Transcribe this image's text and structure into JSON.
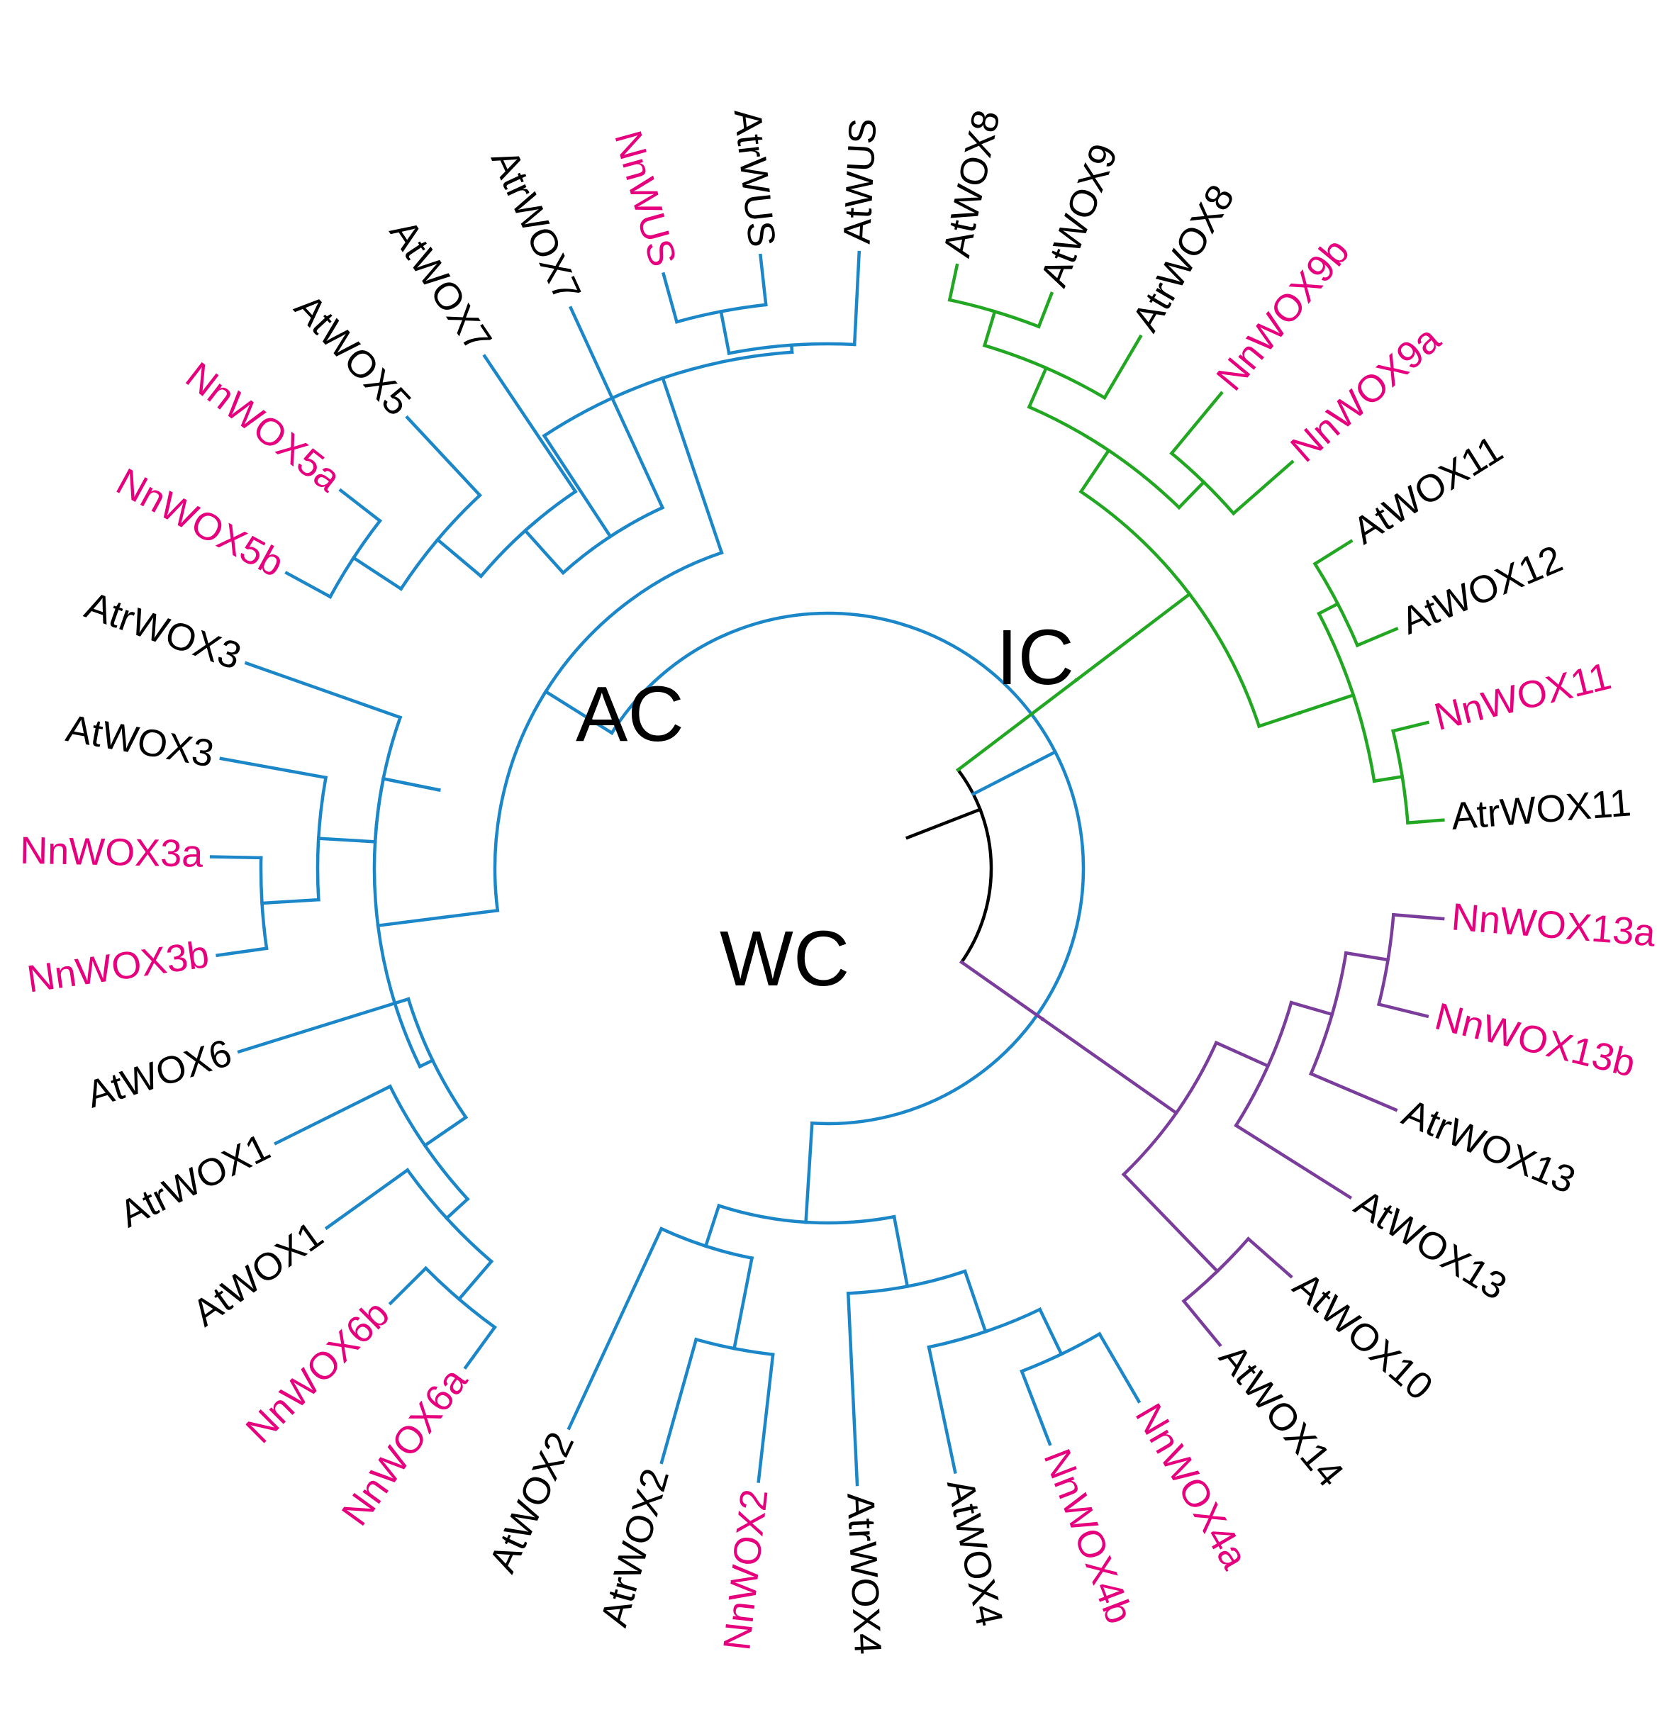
{
  "colors": {
    "nelumbo": "#e6007e",
    "other": "#000000",
    "WC": "#1b87c9",
    "IC": "#22a722",
    "AC": "#7b3d9c",
    "root": "#000000"
  },
  "clade_labels": {
    "AC": "AC",
    "IC": "IC",
    "WC": "WC"
  },
  "leaves": [
    {
      "id": "NnWOX6a",
      "label": "NnWOX6a",
      "clade": "WC",
      "nelumbo": true
    },
    {
      "id": "NnWOX6b",
      "label": "NnWOX6b",
      "clade": "WC",
      "nelumbo": true
    },
    {
      "id": "AtWOX1",
      "label": "AtWOX1",
      "clade": "WC",
      "nelumbo": false
    },
    {
      "id": "AtrWOX1",
      "label": "AtrWOX1",
      "clade": "WC",
      "nelumbo": false
    },
    {
      "id": "AtWOX6",
      "label": "AtWOX6",
      "clade": "WC",
      "nelumbo": false
    },
    {
      "id": "NnWOX3b",
      "label": "NnWOX3b",
      "clade": "WC",
      "nelumbo": true
    },
    {
      "id": "NnWOX3a",
      "label": "NnWOX3a",
      "clade": "WC",
      "nelumbo": true
    },
    {
      "id": "AtWOX3",
      "label": "AtWOX3",
      "clade": "WC",
      "nelumbo": false
    },
    {
      "id": "AtrWOX3",
      "label": "AtrWOX3",
      "clade": "WC",
      "nelumbo": false
    },
    {
      "id": "NnWOX5b",
      "label": "NnWOX5b",
      "clade": "WC",
      "nelumbo": true
    },
    {
      "id": "NnWOX5a",
      "label": "NnWOX5a",
      "clade": "WC",
      "nelumbo": true
    },
    {
      "id": "AtWOX5",
      "label": "AtWOX5",
      "clade": "WC",
      "nelumbo": false
    },
    {
      "id": "AtWOX7",
      "label": "AtWOX7",
      "clade": "WC",
      "nelumbo": false
    },
    {
      "id": "AtrWOX7",
      "label": "AtrWOX7",
      "clade": "WC",
      "nelumbo": false
    },
    {
      "id": "NnWUS",
      "label": "NnWUS",
      "clade": "WC",
      "nelumbo": true
    },
    {
      "id": "AtrWUS",
      "label": "AtrWUS",
      "clade": "WC",
      "nelumbo": false
    },
    {
      "id": "AtWUS",
      "label": "AtWUS",
      "clade": "WC",
      "nelumbo": false
    },
    {
      "id": "AtWOX8",
      "label": "AtWOX8",
      "clade": "IC",
      "nelumbo": false
    },
    {
      "id": "AtWOX9",
      "label": "AtWOX9",
      "clade": "IC",
      "nelumbo": false
    },
    {
      "id": "AtrWOX8",
      "label": "AtrWOX8",
      "clade": "IC",
      "nelumbo": false
    },
    {
      "id": "NnWOX9b",
      "label": "NnWOX9b",
      "clade": "IC",
      "nelumbo": true
    },
    {
      "id": "NnWOX9a",
      "label": "NnWOX9a",
      "clade": "IC",
      "nelumbo": true
    },
    {
      "id": "AtWOX11",
      "label": "AtWOX11",
      "clade": "IC",
      "nelumbo": false
    },
    {
      "id": "AtWOX12",
      "label": "AtWOX12",
      "clade": "IC",
      "nelumbo": false
    },
    {
      "id": "NnWOX11",
      "label": "NnWOX11",
      "clade": "IC",
      "nelumbo": true
    },
    {
      "id": "AtrWOX11",
      "label": "AtrWOX11",
      "clade": "IC",
      "nelumbo": false
    },
    {
      "id": "NnWOX13a",
      "label": "NnWOX13a",
      "clade": "AC",
      "nelumbo": true
    },
    {
      "id": "NnWOX13b",
      "label": "NnWOX13b",
      "clade": "AC",
      "nelumbo": true
    },
    {
      "id": "AtrWOX13",
      "label": "AtrWOX13",
      "clade": "AC",
      "nelumbo": false
    },
    {
      "id": "AtWOX13",
      "label": "AtWOX13",
      "clade": "AC",
      "nelumbo": false
    },
    {
      "id": "AtWOX10",
      "label": "AtWOX10",
      "clade": "AC",
      "nelumbo": false
    },
    {
      "id": "AtWOX14",
      "label": "AtWOX14",
      "clade": "AC",
      "nelumbo": false
    },
    {
      "id": "NnWOX4a",
      "label": "NnWOX4a",
      "clade": "WC",
      "nelumbo": true
    },
    {
      "id": "NnWOX4b",
      "label": "NnWOX4b",
      "clade": "WC",
      "nelumbo": true
    },
    {
      "id": "AtWOX4",
      "label": "AtWOX4",
      "clade": "WC",
      "nelumbo": false
    },
    {
      "id": "AtrWOX4",
      "label": "AtrWOX4",
      "clade": "WC",
      "nelumbo": false
    },
    {
      "id": "NnWOX2",
      "label": "NnWOX2",
      "clade": "WC",
      "nelumbo": true
    },
    {
      "id": "AtrWOX2",
      "label": "AtrWOX2",
      "clade": "WC",
      "nelumbo": false
    },
    {
      "id": "AtWOX2",
      "label": "AtWOX2",
      "clade": "WC",
      "nelumbo": false
    }
  ],
  "topology": "((((((((NnWOX6a,NnWOX6b),AtWOX1),AtrWOX1),AtWOX6),(((NnWOX3b,NnWOX3a),AtWOX3),AtrWOX3)),((((NnWOX5b,NnWOX5a),AtWOX5),AtWOX7),AtrWOX7),(NnWUS,AtrWUS),AtWUS))),((((AtWOX8,AtWOX9),AtrWOX8),(NnWOX9b,NnWOX9a)),((AtWOX11,AtWOX12),(NnWOX11,AtrWOX11)))IC,((((NnWOX13a,NnWOX13b),AtrWOX13),AtWOX13),(AtWOX10,AtWOX14))AC,(((NnWOX4a,NnWOX4b),AtWOX4),AtrWOX4),((NnWOX2,AtrWOX2),AtWOX2))"
}
